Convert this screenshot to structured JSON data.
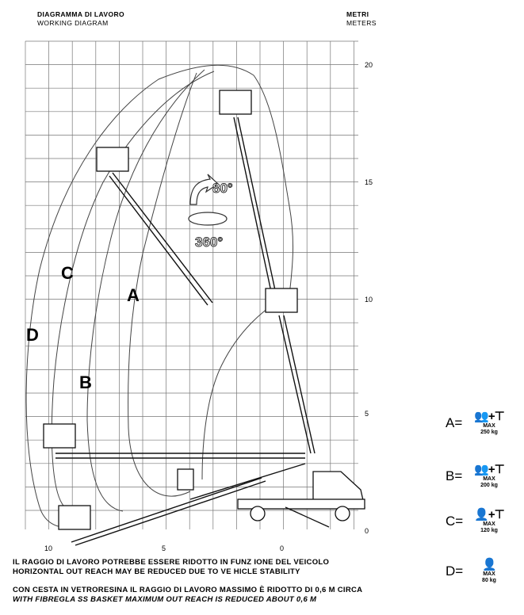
{
  "header": {
    "title_it": "DIAGRAMMA DI LAVORO",
    "title_en": "WORKING DIAGRAM",
    "unit_it": "METRI",
    "unit_en": "METERS"
  },
  "y_axis": {
    "ticks": [
      "20",
      "15",
      "10",
      "5",
      "0"
    ]
  },
  "x_axis": {
    "ticks": [
      "10",
      "5",
      "0"
    ]
  },
  "zones": [
    {
      "id": "A",
      "label": "A"
    },
    {
      "id": "B",
      "label": "B"
    },
    {
      "id": "C",
      "label": "C"
    },
    {
      "id": "D",
      "label": "D"
    }
  ],
  "rotation": {
    "elevation": "80°",
    "slew": "360°"
  },
  "notes": {
    "line1_it": "IL RAGGIO DI LAVORO POTREBBE ESSERE RIDOTTO IN FUNZ IONE DEL VEICOLO",
    "line1_en": "HORIZONTAL OUT REACH MAY BE REDUCED DUE TO VE HICLE STABILITY",
    "line2_it": "CON CESTA IN VETRORESINA IL RAGGIO DI LAVORO MASSIMO È RIDOTTO DI 0,6 M CIRCA",
    "line2_en": "WITH FIBREGLA SS BASKET MAXIMUM OUT REACH IS REDUCED ABOUT 0,6 M"
  },
  "legend": [
    {
      "key": "A=",
      "max": "MAX",
      "load": "250 kg",
      "people": "2+tools"
    },
    {
      "key": "B=",
      "max": "MAX",
      "load": "200 kg",
      "people": "2+tools"
    },
    {
      "key": "C=",
      "max": "MAX",
      "load": "120 kg",
      "people": "1+tools"
    },
    {
      "key": "D=",
      "max": "MAX",
      "load": "80 kg",
      "people": "1"
    }
  ]
}
